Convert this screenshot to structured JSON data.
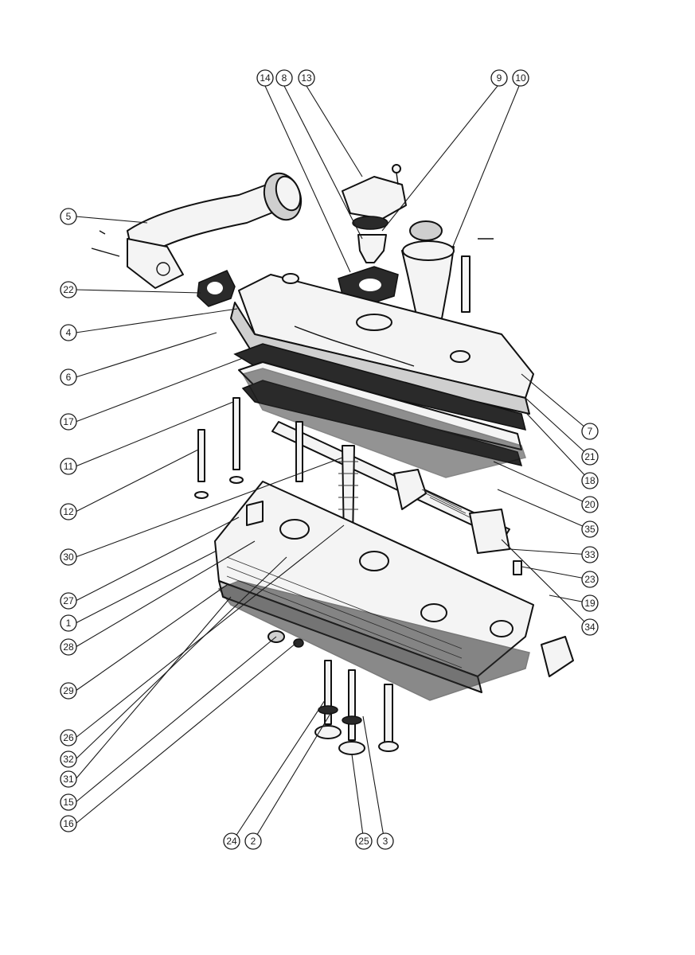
{
  "colors": {
    "ink": "#1a1a1a",
    "paper": "#ffffff",
    "shade": "#cfcfcf"
  },
  "callouts": [
    {
      "id": "c14",
      "label": "14"
    },
    {
      "id": "c8",
      "label": "8"
    },
    {
      "id": "c13",
      "label": "13"
    },
    {
      "id": "c9",
      "label": "9"
    },
    {
      "id": "c10",
      "label": "10"
    },
    {
      "id": "c5",
      "label": "5"
    },
    {
      "id": "c22",
      "label": "22"
    },
    {
      "id": "c4",
      "label": "4"
    },
    {
      "id": "c6",
      "label": "6"
    },
    {
      "id": "c17",
      "label": "17"
    },
    {
      "id": "c11",
      "label": "11"
    },
    {
      "id": "c12",
      "label": "12"
    },
    {
      "id": "c30",
      "label": "30"
    },
    {
      "id": "c27",
      "label": "27"
    },
    {
      "id": "c1",
      "label": "1"
    },
    {
      "id": "c28",
      "label": "28"
    },
    {
      "id": "c29",
      "label": "29"
    },
    {
      "id": "c26",
      "label": "26"
    },
    {
      "id": "c32",
      "label": "32"
    },
    {
      "id": "c31",
      "label": "31"
    },
    {
      "id": "c15",
      "label": "15"
    },
    {
      "id": "c16",
      "label": "16"
    },
    {
      "id": "c24",
      "label": "24"
    },
    {
      "id": "c2",
      "label": "2"
    },
    {
      "id": "c25",
      "label": "25"
    },
    {
      "id": "c3",
      "label": "3"
    },
    {
      "id": "c7",
      "label": "7"
    },
    {
      "id": "c21",
      "label": "21"
    },
    {
      "id": "c18",
      "label": "18"
    },
    {
      "id": "c20",
      "label": "20"
    },
    {
      "id": "c35",
      "label": "35"
    },
    {
      "id": "c33",
      "label": "33"
    },
    {
      "id": "c23",
      "label": "23"
    },
    {
      "id": "c19",
      "label": "19"
    },
    {
      "id": "c34",
      "label": "34"
    }
  ]
}
